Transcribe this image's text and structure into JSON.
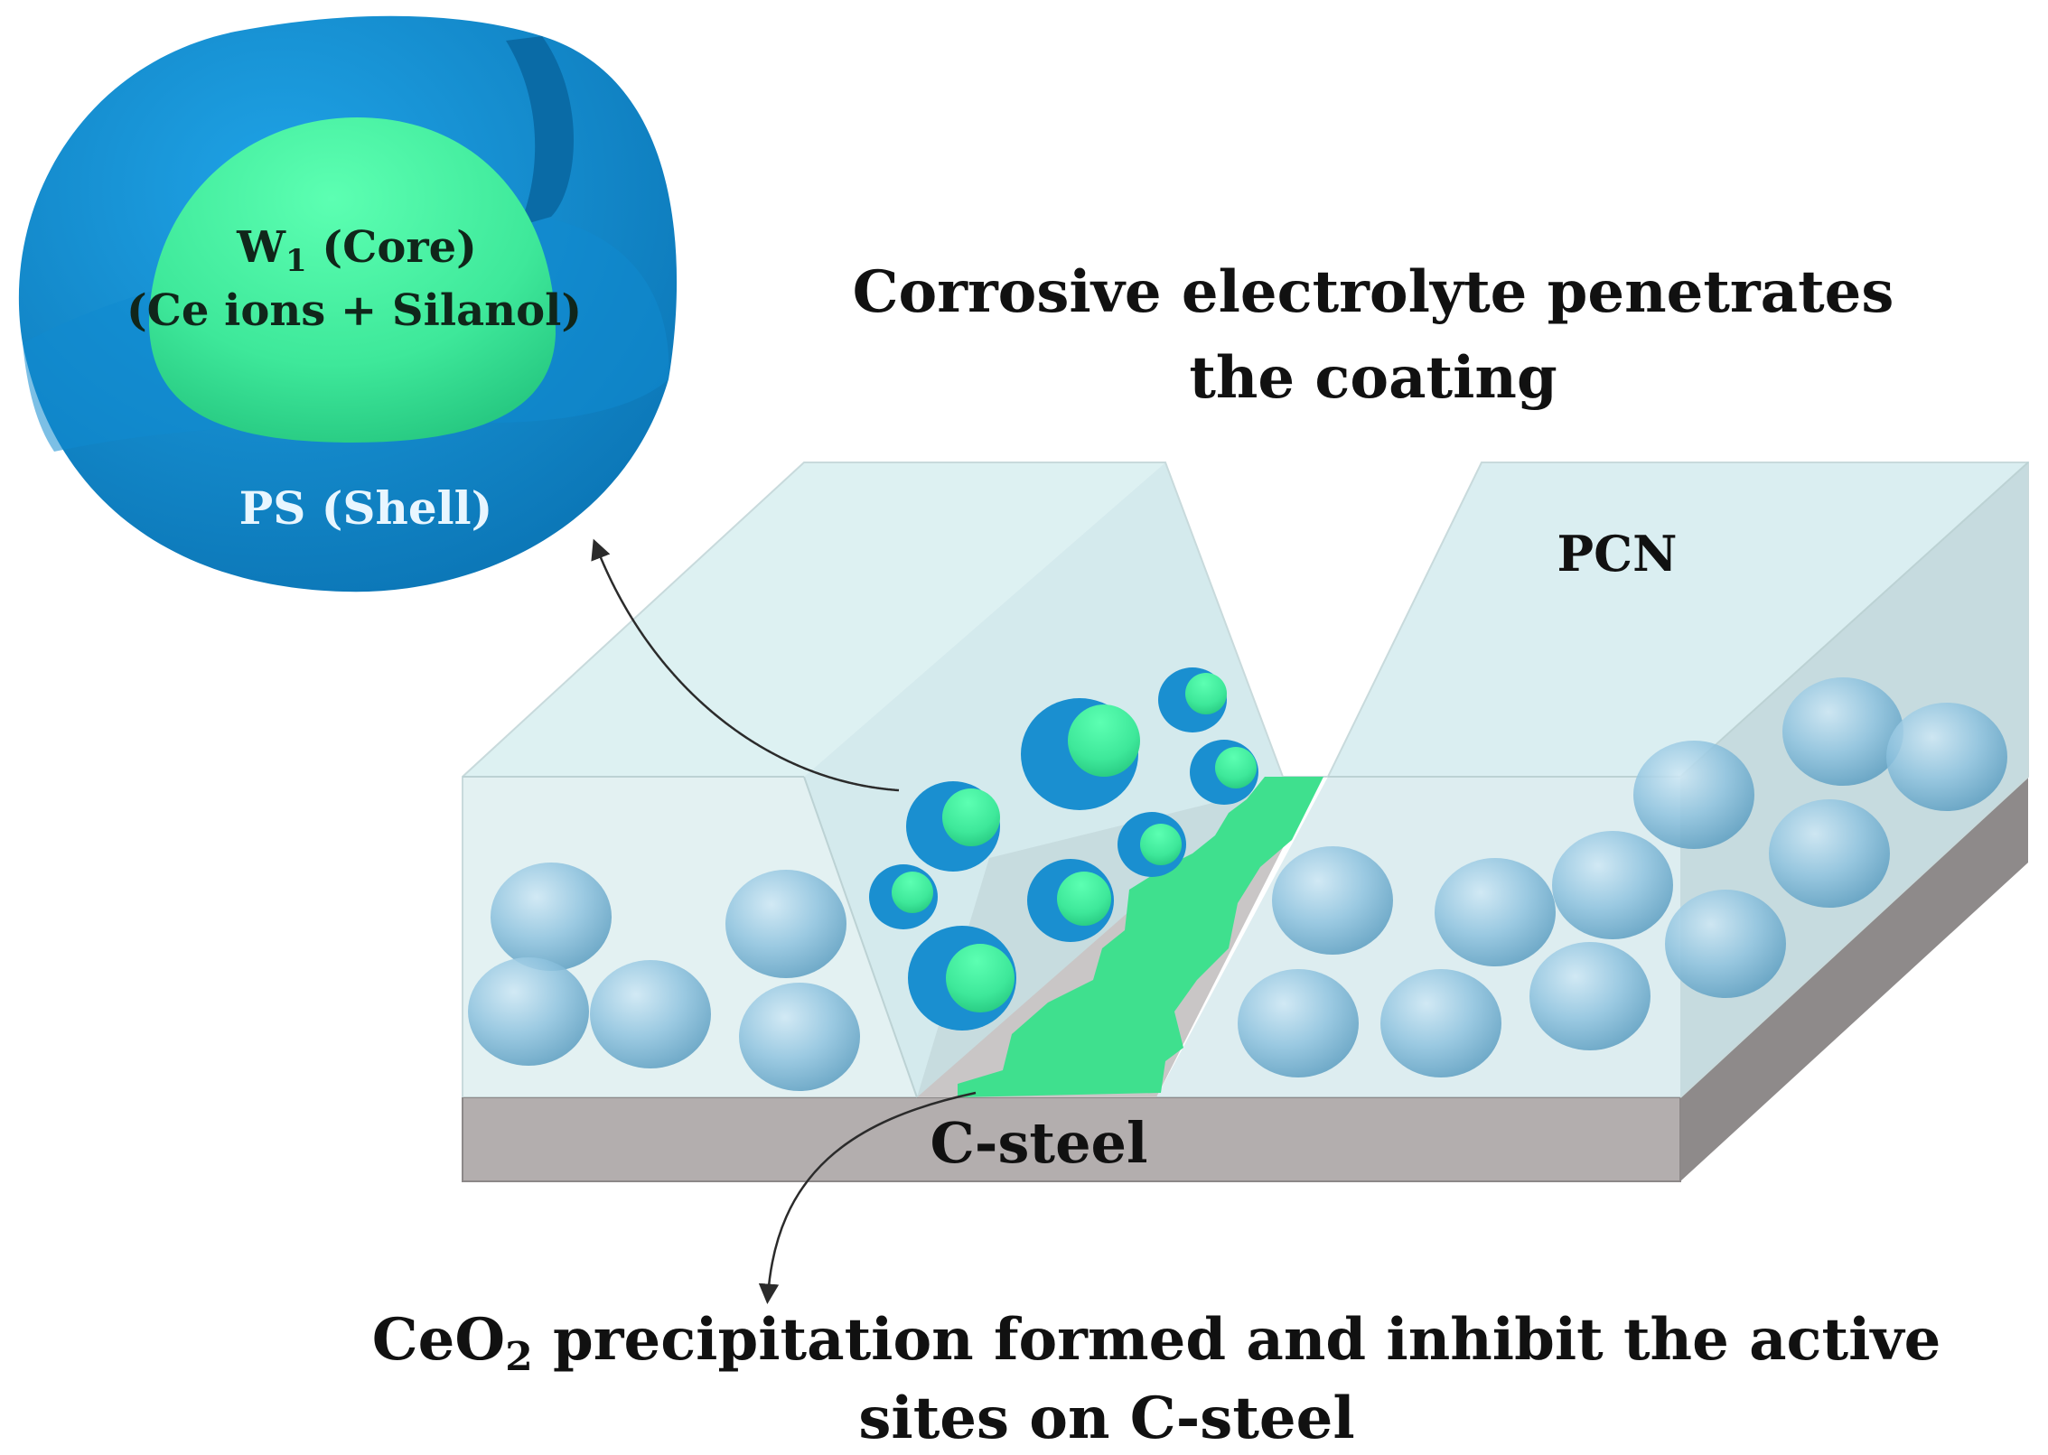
{
  "labels": {
    "core_line1_prefix": "W",
    "core_line1_sub": "1",
    "core_line1_suffix": " (Core)",
    "core_line2": "(Ce ions + Silanol)",
    "shell": "PS (Shell)",
    "electrolyte_line1": "Corrosive electrolyte penetrates",
    "electrolyte_line2": "the coating",
    "coating": "PCN",
    "substrate": "C-steel",
    "precip_prefix": "CeO",
    "precip_sub": "2",
    "precip_line1_suffix": " precipitation formed and inhibit the active",
    "precip_line2": "sites on C-steel"
  },
  "colors": {
    "shell_blue": "#1a8fd0",
    "shell_dark": "#0b6aa6",
    "core_green": "#3ee89a",
    "precipitate_green": "#3fe08e",
    "coating_glass": "#cfe9ec",
    "steel_front": "#b3aeae",
    "steel_top": "#c9c6c6",
    "steel_side": "#8e8a8a",
    "bubble_blue": "#8fc3df"
  }
}
